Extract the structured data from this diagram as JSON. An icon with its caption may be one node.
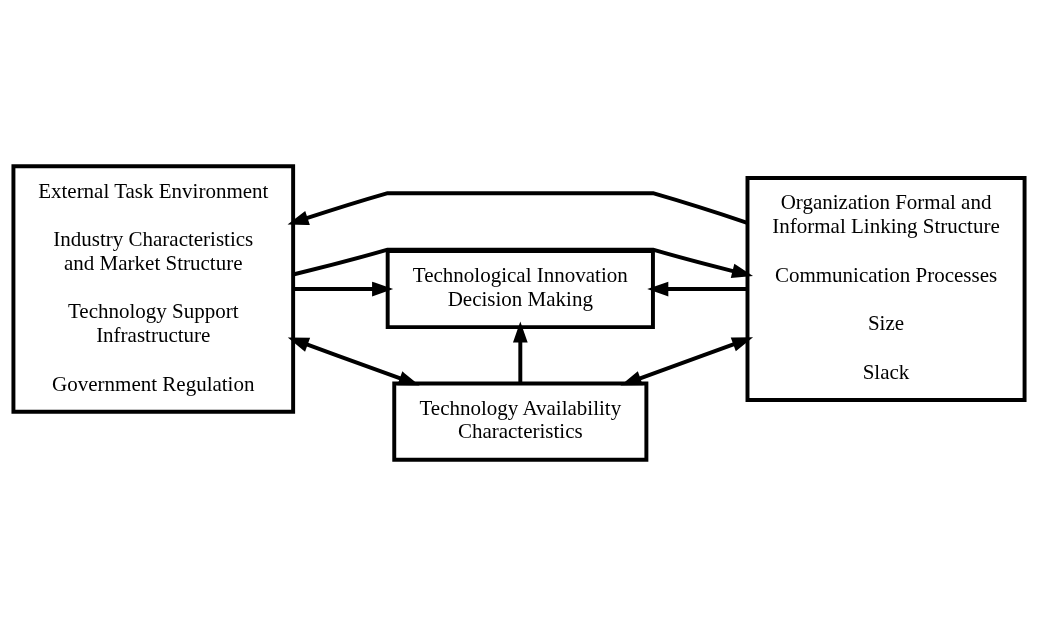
{
  "diagram": {
    "nodes": [
      {
        "text": [
          "External Task Environment",
          "Industry Characteristics and Market Structure",
          "Technology Support Infrastructure",
          "Government Regulation"
        ]
      },
      {
        "text": [
          "Organization Formal and Informal Linking Structure",
          "Communication Processes",
          "Size",
          "Slack"
        ]
      },
      {
        "text": [
          "Technological Innovation Decision Making"
        ]
      },
      {
        "text": [
          "Technology Availability Characteristics"
        ]
      }
    ],
    "edges": [
      {
        "from": 1,
        "to": 0,
        "arrow": "to"
      },
      {
        "from": 0,
        "to": 1,
        "arrow": "to"
      },
      {
        "from": 0,
        "to": 2,
        "arrow": "to"
      },
      {
        "from": 1,
        "to": 2,
        "arrow": "to"
      },
      {
        "from": 3,
        "to": 2,
        "arrow": "to"
      },
      {
        "from": 0,
        "to": 3,
        "arrow": "both"
      },
      {
        "from": 1,
        "to": 3,
        "arrow": "both"
      }
    ]
  }
}
